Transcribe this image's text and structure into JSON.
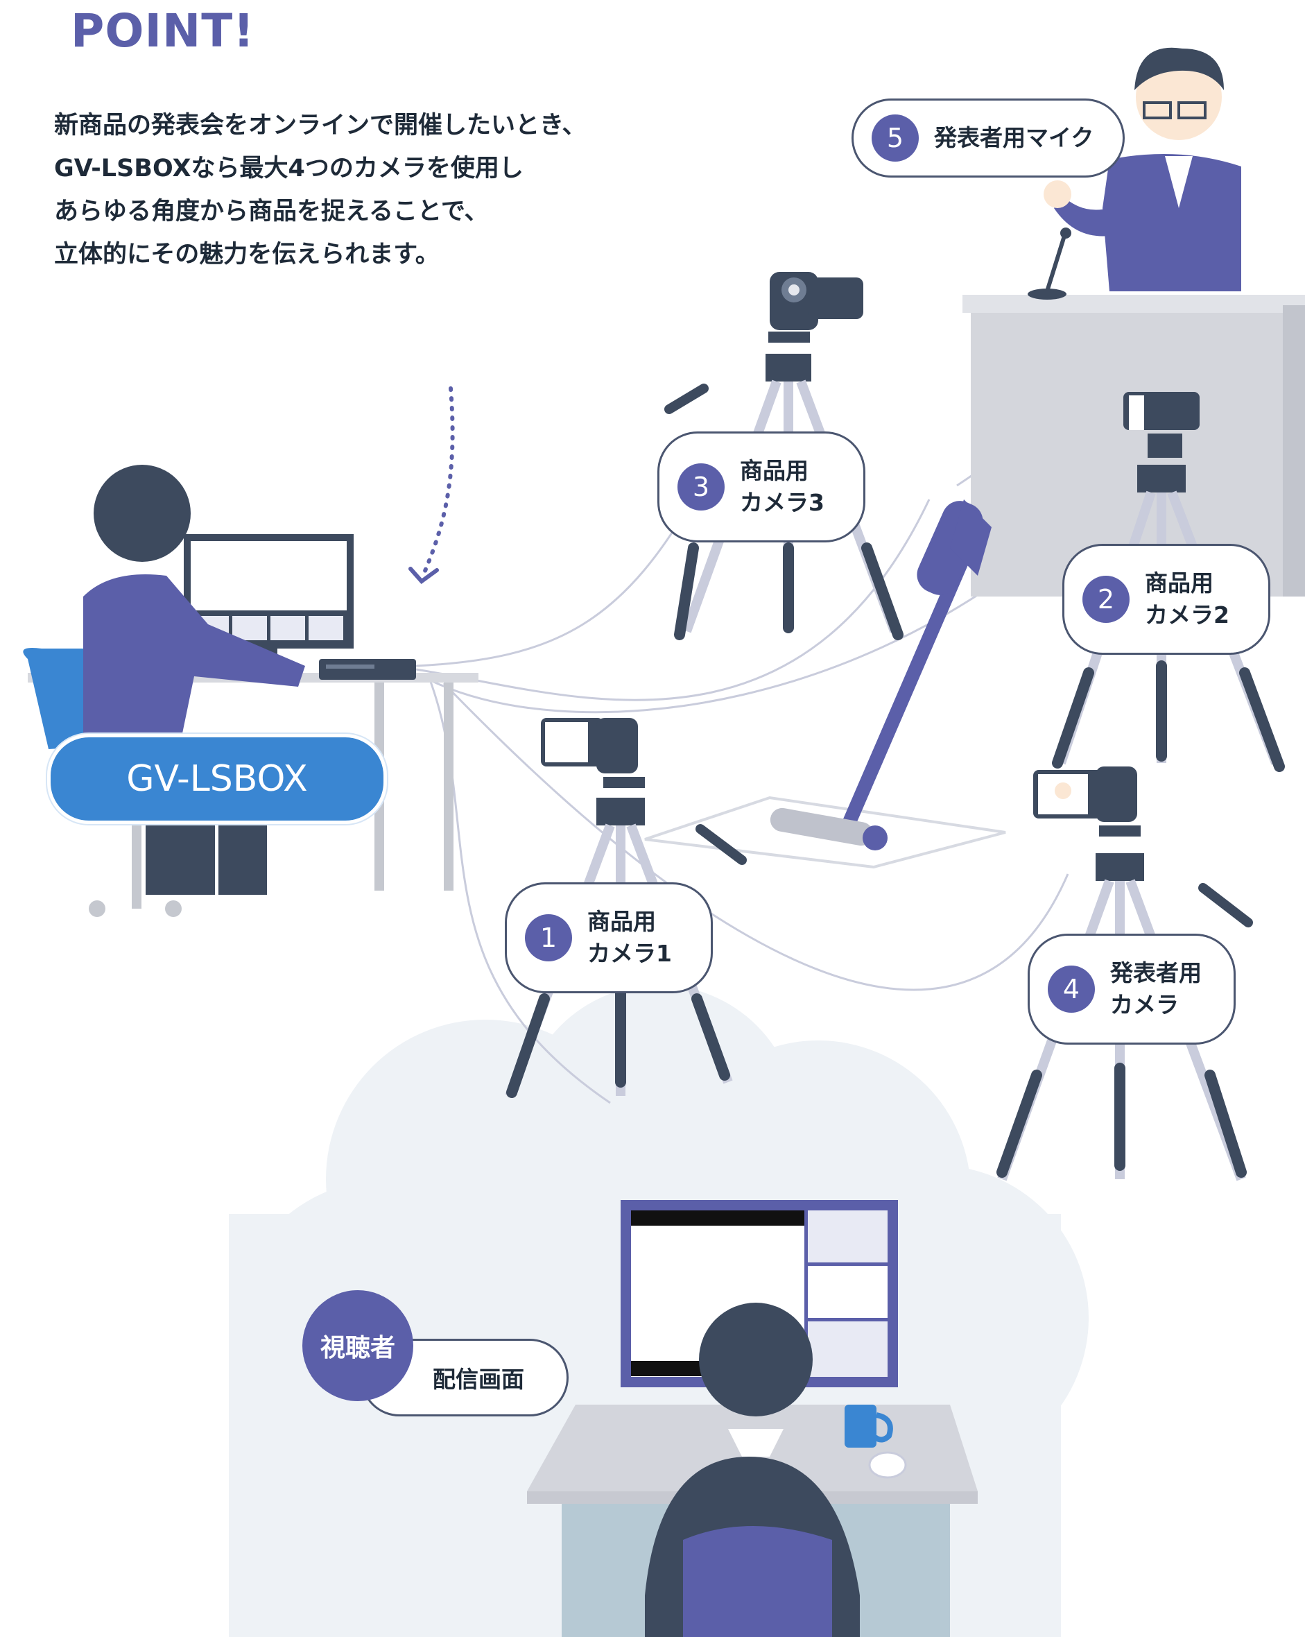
{
  "title": "POINT!",
  "description": [
    "新商品の発表会をオンラインで開催したいとき、",
    "GV-LSBOXなら最大4つのカメラを使用し",
    "あらゆる角度から商品を捉えることで、",
    "立体的にその魅力を伝えられます。"
  ],
  "device_label": "GV-LSBOX",
  "callouts": [
    {
      "number": "1",
      "label": "商品用\nカメラ1"
    },
    {
      "number": "2",
      "label": "商品用\nカメラ2"
    },
    {
      "number": "3",
      "label": "商品用\nカメラ3"
    },
    {
      "number": "4",
      "label": "発表者用\nカメラ"
    },
    {
      "number": "5",
      "label": "発表者用マイク"
    }
  ],
  "viewer": {
    "badge": "視聴者",
    "label": "配信画面"
  },
  "colors": {
    "accent": "#5b5fa9",
    "device_blue": "#3a86d2",
    "dark": "#3d4a5e",
    "cloud": "#eef2f6"
  }
}
